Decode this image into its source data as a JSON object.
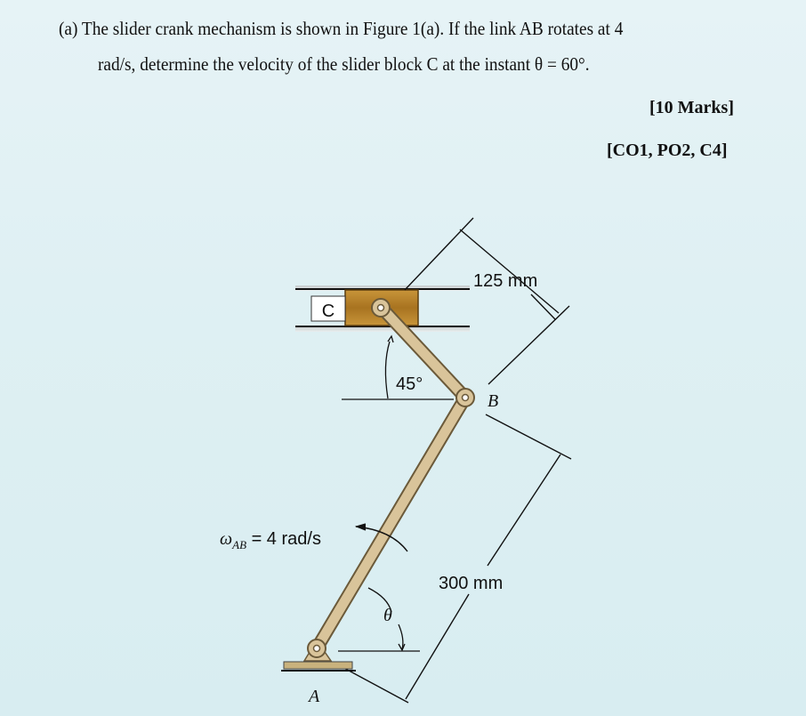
{
  "question": {
    "line1": "(a)  The slider crank mechanism is shown in Figure 1(a). If the link AB rotates at 4",
    "line2": "rad/s, determine the velocity of the slider block C at the instant θ = 60°.",
    "marks": "[10 Marks]",
    "outcomes": "[CO1, PO2, C4]"
  },
  "figure": {
    "label_C": "C",
    "label_B": "B",
    "label_A": "A",
    "dim_BC": "125 mm",
    "dim_AB": "300 mm",
    "angle_45": "45°",
    "theta": "θ",
    "omega_symbol": "ω",
    "omega_sub": "AB",
    "omega_value": " = 4 rad/s",
    "colors": {
      "slider": "#b8862e",
      "link": "#d9c49a",
      "link_edge": "#6b5a3a",
      "guide": "#111111"
    }
  }
}
